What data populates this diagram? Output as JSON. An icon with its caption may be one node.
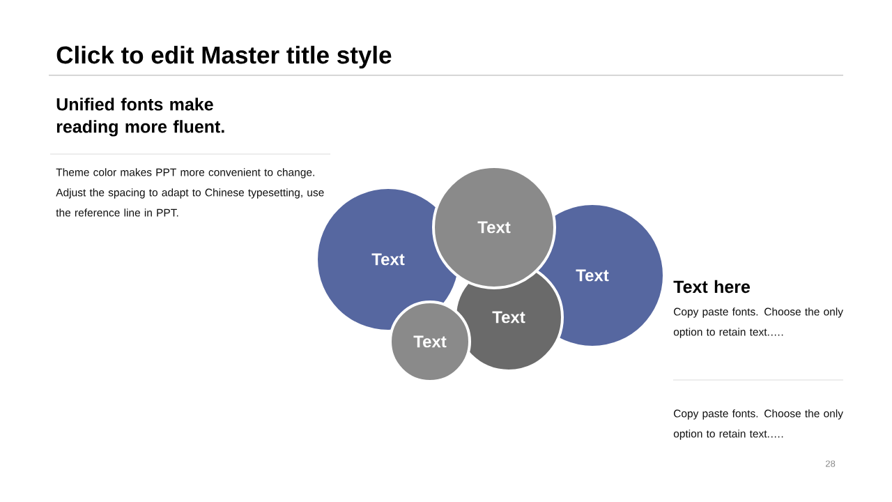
{
  "diagram": {
    "title": "Click to edit Master title style",
    "nodes": [
      {
        "text": [
          "Text"
        ]
      },
      {
        "text": [
          "Text"
        ]
      },
      {
        "text": [
          "Text"
        ]
      },
      {
        "text": [
          "Text"
        ]
      },
      {
        "text": [
          "Text"
        ]
      }
    ],
    "labels": [
      "Unified fonts make reading more fluent.",
      "Theme color makes PPT more convenient to change. Adjust the spacing to adapt to Chinese typesetting, use the reference line in PPT.",
      "Text here",
      "Copy paste fonts. Choose the only option to retain text.….",
      "Copy paste fonts. Choose the only option to retain text.….",
      "28"
    ]
  }
}
